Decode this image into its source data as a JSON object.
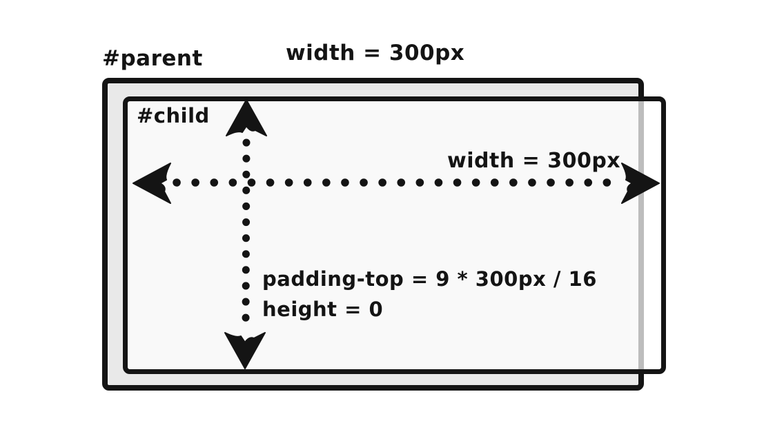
{
  "diagram": {
    "title_hint": "CSS aspect-ratio padding-top trick diagram",
    "labels": {
      "parent": "#parent",
      "top_width": "width = 300px",
      "child": "#child",
      "inner_width": "width = 300px",
      "padding_top": "padding-top = 9 * 300px / 16",
      "height": "height = 0"
    },
    "arrows": {
      "horizontal": {
        "meaning": "child width = 300px",
        "style": "dotted-double-headed"
      },
      "vertical": {
        "meaning": "padding-top = 9 * 300px / 16, height = 0",
        "style": "dotted-double-headed"
      }
    },
    "colors": {
      "ink": "#141414",
      "parent_fill": "#e9e9e9",
      "child_fill": "rgba(255,255,255,0.72)",
      "background": "#ffffff"
    }
  }
}
